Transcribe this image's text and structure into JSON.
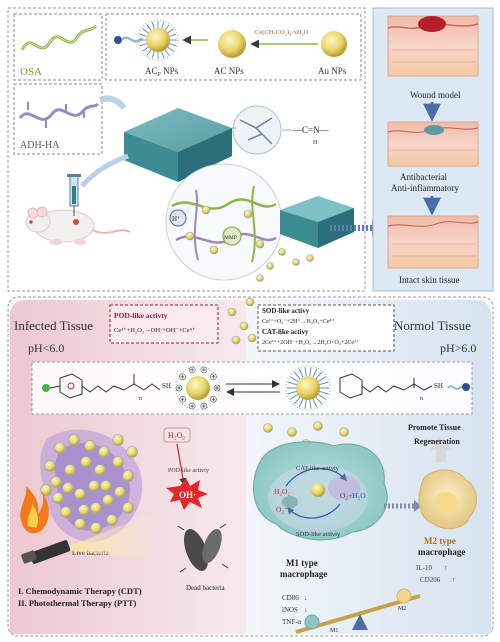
{
  "top": {
    "osa": "OSA",
    "adh_ha": "ADH-HA",
    "ac_np_label": "AC",
    "ac_np_sub": "P",
    "ac_np_suffix": " NPs",
    "ac_nps": "AC NPs",
    "au_nps": "Au NPs",
    "ce_reagent": "Ce(CH₃CO₂)₃·xH₂O",
    "imine_bond": "—C=N—",
    "imine_h": "H",
    "h_plus": "H⁺",
    "mmp_label": "MMP"
  },
  "wound_panel": {
    "wound_model": "Wound model",
    "antibacterial": "Antibacterial",
    "anti_inflammatory": "Anti-inflammatory",
    "intact_skin": "Intact skin tissue"
  },
  "middle": {
    "infected_tissue": "Infected Tissue",
    "normal_tissue": "Normol Tissue",
    "ph_low": "pH<6.0",
    "ph_high": "pH>6.0",
    "pod_title": "POD-like activty",
    "pod_eq": "Ce³⁺+H₂O₂→OH·+OH⁻+Ce⁴⁺",
    "sod_title": "SOD-like activy",
    "sod_eq": "Ce³⁺+O₂⁻+2H⁺→H₂O₂+Ce⁴⁺",
    "cat_title": "CAT-like activy",
    "cat_eq": "2Ce⁴⁺+2OH⁻+H₂O₂→2H₂O+O₂+2Ce³⁺",
    "sh": "SH",
    "n_sub": "n"
  },
  "bottom": {
    "h2o2": "H₂O₂",
    "pod_like": "POD-like activiy",
    "oh": "OH·",
    "live_bacteria": "Live bacteria",
    "dead_bacteria": "Dead bacteria",
    "therapy1": "I. Chemodynamic Therapy (CDT)",
    "therapy2": "II. Photothermal Therapy (PTT)",
    "cat_like": "CAT-like activiy",
    "sod_like": "SOD-like activiy",
    "cell_h2o2": "H₂O₂",
    "cell_o2h2o": "O₂+H₂O",
    "cell_o2": "O₂⁻",
    "promote": "Promote Tissue",
    "regeneration": "Regeneration",
    "m1_title": "M1 type",
    "m1_title2": "macrophage",
    "m2_title": "M2 type",
    "m2_title2": "macrophage",
    "cd86": "CD86",
    "inos": "iNOS",
    "tnfa": "TNF-α",
    "il10": "IL-10",
    "cd206": "CD206",
    "m1": "M1",
    "m2": "M2"
  },
  "colors": {
    "yellow_np": "#e8d56a",
    "gel_teal": "#3f8f98",
    "pink_panel": "#ecc6cf",
    "blue_panel": "#dfe9f2",
    "arrow_blue": "#4b6ea8",
    "red_text": "#c0262d"
  }
}
